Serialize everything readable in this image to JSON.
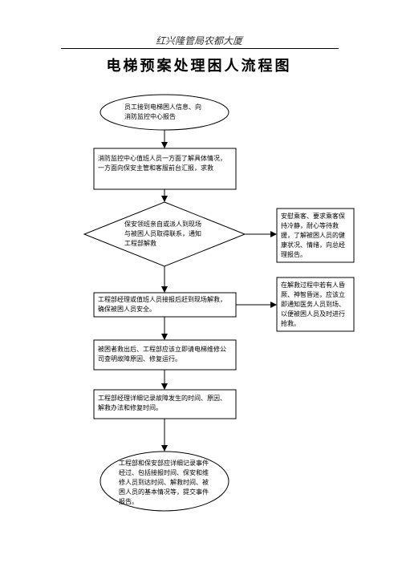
{
  "header": {
    "company": "红兴隆管局农都大厦"
  },
  "title": "电梯预案处理困人流程图",
  "steps": {
    "start": "员工接到电梯困人信息、向消防监控中心报告",
    "step1": "消防监控中心值班人员一方面了解具体情况，一方面向保安主管和客服前台汇报，求救",
    "decision": "保安领班亲自或派人到现场与被困人员取得联系，通知工程部解救",
    "side1": "安慰乘客、要求乘客保持冷静，耐心等待救援，了解被困人员的健康状况、情绪，向总经理报告。",
    "step2": "工程部经理或值班人员接报后赶到现场解救，确保被困人员安全。",
    "side2": "在解救过程中若有人昏厥、神智昏迷，应该立即通知医务人员到场、以便被困人员及时进行抢救。",
    "step3": "被困者救出后、工程部应该立即请电梯维修公司查明故障原因、修复运行。",
    "step4": "工程部经理详细记录故障发生的时间、原因、解救办法和修复时间。",
    "end": "工程部和保安部应详细记录事件经过、包括接报时间、保安和维修人员到达时间、解救时间、被困人员的基本情况等，提交事件报告。"
  },
  "colors": {
    "stroke": "#000000",
    "fill": "#ffffff"
  }
}
